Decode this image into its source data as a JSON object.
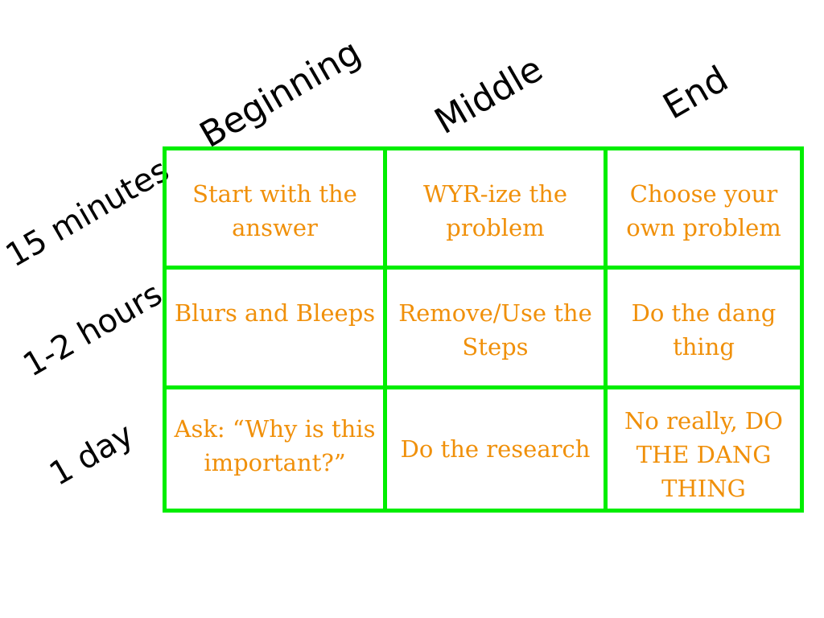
{
  "columns": [
    "Beginning",
    "Middle",
    "End"
  ],
  "rows": [
    "15 minutes",
    "1-2 hours",
    "1 day"
  ],
  "cells": [
    [
      "Start with the answer",
      "WYR-ize the problem",
      "Choose your own problem"
    ],
    [
      "Blurs and Bleeps",
      "Remove/Use the Steps",
      "Do the dang thing"
    ],
    [
      "Ask: “Why is this important?”",
      "Do the research",
      "No really, DO THE DANG THING"
    ]
  ],
  "colors": {
    "grid_line": "#00ee00",
    "cell_text": "#f0900a",
    "header_text": "#000000",
    "background": "#ffffff"
  }
}
